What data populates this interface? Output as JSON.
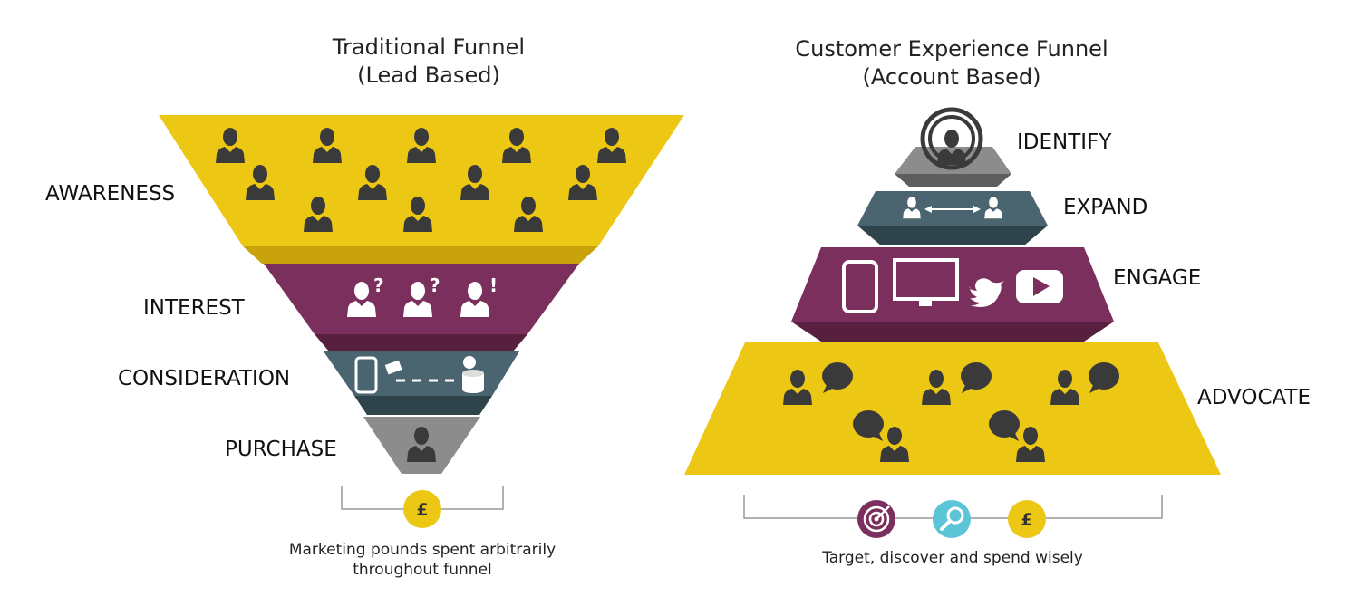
{
  "colors": {
    "yellow": "#ecc714",
    "yellow_dark": "#c9a30c",
    "plum": "#7b2f5c",
    "plum_dark": "#58203f",
    "slate": "#4a6470",
    "slate_dark": "#2f434b",
    "grey": "#8c8c8c",
    "grey_dark": "#5e5e5e",
    "icon_dark": "#3a3a3a",
    "cyan": "#5bc4d6"
  },
  "traditional": {
    "title_line1": "Traditional Funnel",
    "title_line2": "(Lead Based)",
    "stages": [
      {
        "label": "AWARENESS",
        "icon": "person-icons"
      },
      {
        "label": "INTEREST",
        "icon": "person-question-icons"
      },
      {
        "label": "CONSIDERATION",
        "icon": "phone-to-coins-icon"
      },
      {
        "label": "PURCHASE",
        "icon": "person-icon"
      }
    ],
    "coin_symbol": "£",
    "caption_line1": "Marketing pounds spent arbitrarily",
    "caption_line2": "throughout funnel"
  },
  "cx": {
    "title_line1": "Customer Experience Funnel",
    "title_line2": "(Account Based)",
    "stages": [
      {
        "label": "IDENTIFY",
        "icon": "target-person-icon"
      },
      {
        "label": "EXPAND",
        "icon": "person-arrow-person-icon"
      },
      {
        "label": "ENGAGE",
        "icon": "devices-social-icons"
      },
      {
        "label": "ADVOCATE",
        "icon": "person-speech-icons"
      }
    ],
    "badges": [
      "target-icon",
      "search-icon",
      "pound-coin-icon"
    ],
    "coin_symbol": "£",
    "caption": "Target, discover and spend wisely"
  }
}
